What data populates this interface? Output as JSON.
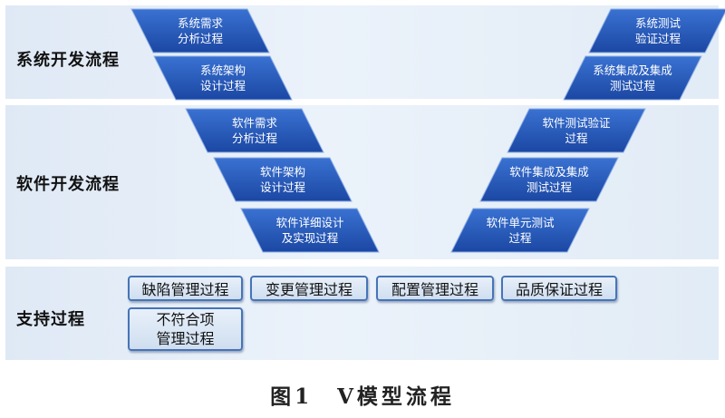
{
  "rows": {
    "system": "系统开发流程",
    "software": "软件开发流程",
    "support": "支持过程"
  },
  "left_steps": [
    [
      "系统需求",
      "分析过程"
    ],
    [
      "系统架构",
      "设计过程"
    ],
    [
      "软件需求",
      "分析过程"
    ],
    [
      "软件架构",
      "设计过程"
    ],
    [
      "软件详细设计",
      "及实现过程"
    ]
  ],
  "right_steps": [
    [
      "系统测试",
      "验证过程"
    ],
    [
      "系统集成及集成",
      "测试过程"
    ],
    [
      "软件测试验证",
      "过程"
    ],
    [
      "软件集成及集成",
      "测试过程"
    ],
    [
      "软件单元测试",
      "过程"
    ]
  ],
  "support_processes": [
    "缺陷管理过程",
    "变更管理过程",
    "配置管理过程",
    "品质保证过程"
  ],
  "support_extra": [
    "不符合项",
    "管理过程"
  ],
  "caption": "图1　V模型流程",
  "colors": {
    "step_fill_top": "#2f66c8",
    "step_fill_bottom": "#1d4aa8",
    "step_border": "#8fb0e6",
    "band": "#e6eef8"
  }
}
